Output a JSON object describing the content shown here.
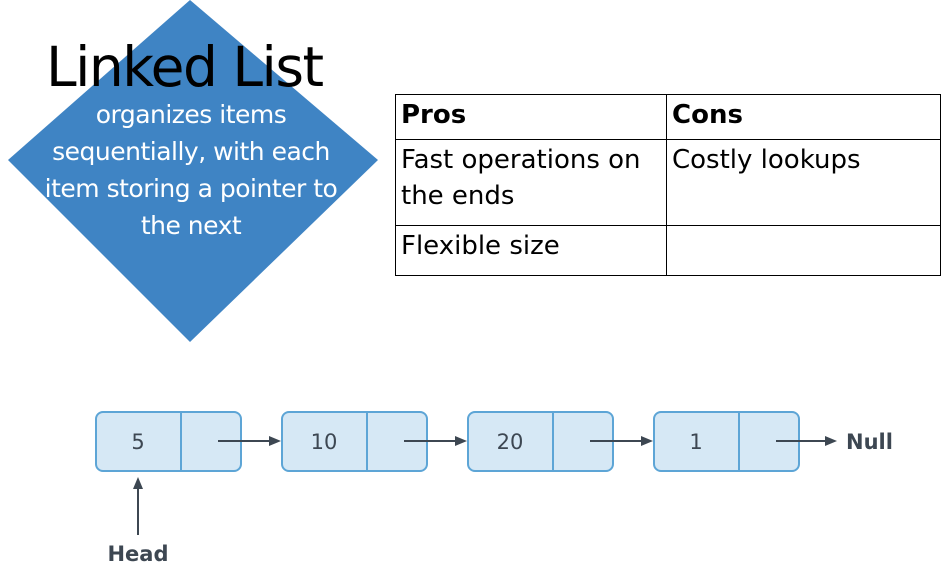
{
  "title": "Linked List",
  "description": "organizes items sequentially, with each item storing a pointer to the next",
  "colors": {
    "diamond": "#3f84c4",
    "node_fill": "#d6e8f5",
    "node_border": "#5da5d6",
    "arrow": "#3d4752"
  },
  "table": {
    "headers": [
      "Pros",
      "Cons"
    ],
    "rows": [
      [
        "Fast operations on the ends",
        "Costly lookups"
      ],
      [
        "Flexible size",
        ""
      ]
    ]
  },
  "linked_list": {
    "nodes": [
      "5",
      "10",
      "20",
      "1"
    ],
    "head_label": "Head",
    "null_label": "Null"
  }
}
